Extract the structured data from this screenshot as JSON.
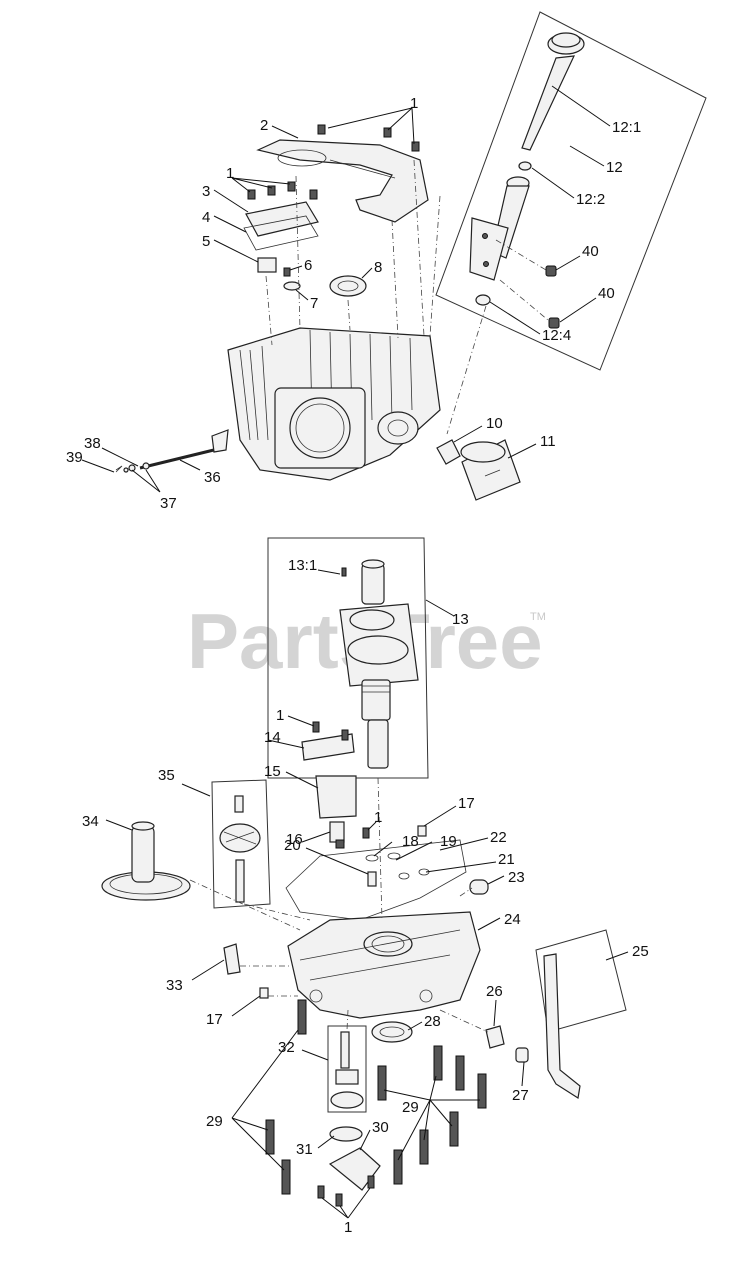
{
  "watermark": {
    "text": "PartsTree",
    "trademark": "TM"
  },
  "callouts": [
    {
      "id": "c-1a",
      "text": "1"
    },
    {
      "id": "c-2",
      "text": "2"
    },
    {
      "id": "c-1b",
      "text": "1"
    },
    {
      "id": "c-3",
      "text": "3"
    },
    {
      "id": "c-4",
      "text": "4"
    },
    {
      "id": "c-5",
      "text": "5"
    },
    {
      "id": "c-6",
      "text": "6"
    },
    {
      "id": "c-7",
      "text": "7"
    },
    {
      "id": "c-8",
      "text": "8"
    },
    {
      "id": "c-12-1",
      "text": "12:1"
    },
    {
      "id": "c-12",
      "text": "12"
    },
    {
      "id": "c-12-2",
      "text": "12:2"
    },
    {
      "id": "c-40a",
      "text": "40"
    },
    {
      "id": "c-40b",
      "text": "40"
    },
    {
      "id": "c-12-4",
      "text": "12:4"
    },
    {
      "id": "c-10",
      "text": "10"
    },
    {
      "id": "c-11",
      "text": "11"
    },
    {
      "id": "c-38",
      "text": "38"
    },
    {
      "id": "c-39",
      "text": "39"
    },
    {
      "id": "c-36",
      "text": "36"
    },
    {
      "id": "c-37",
      "text": "37"
    },
    {
      "id": "c-13-1",
      "text": "13:1"
    },
    {
      "id": "c-13",
      "text": "13"
    },
    {
      "id": "c-1c",
      "text": "1"
    },
    {
      "id": "c-14",
      "text": "14"
    },
    {
      "id": "c-15",
      "text": "15"
    },
    {
      "id": "c-35",
      "text": "35"
    },
    {
      "id": "c-34",
      "text": "34"
    },
    {
      "id": "c-16",
      "text": "16"
    },
    {
      "id": "c-1d",
      "text": "1"
    },
    {
      "id": "c-17a",
      "text": "17"
    },
    {
      "id": "c-18",
      "text": "18"
    },
    {
      "id": "c-19",
      "text": "19"
    },
    {
      "id": "c-22",
      "text": "22"
    },
    {
      "id": "c-20",
      "text": "20"
    },
    {
      "id": "c-21",
      "text": "21"
    },
    {
      "id": "c-23",
      "text": "23"
    },
    {
      "id": "c-24",
      "text": "24"
    },
    {
      "id": "c-25",
      "text": "25"
    },
    {
      "id": "c-33",
      "text": "33"
    },
    {
      "id": "c-17b",
      "text": "17"
    },
    {
      "id": "c-26",
      "text": "26"
    },
    {
      "id": "c-28",
      "text": "28"
    },
    {
      "id": "c-32",
      "text": "32"
    },
    {
      "id": "c-27",
      "text": "27"
    },
    {
      "id": "c-29a",
      "text": "29"
    },
    {
      "id": "c-29b",
      "text": "29"
    },
    {
      "id": "c-31",
      "text": "31"
    },
    {
      "id": "c-30",
      "text": "30"
    },
    {
      "id": "c-1e",
      "text": "1"
    }
  ]
}
